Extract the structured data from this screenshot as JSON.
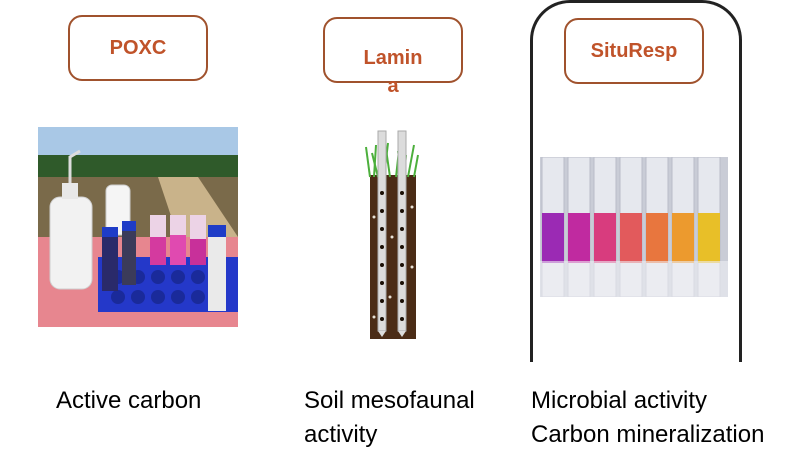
{
  "methods": [
    {
      "label": "POXC",
      "caption_lines": [
        "Active carbon"
      ]
    },
    {
      "label_line1": "Lamin",
      "label_line2": "a",
      "caption_lines": [
        "Soil mesofaunal",
        "activity"
      ]
    },
    {
      "label": "SituResp",
      "caption_lines": [
        "Microbial activity",
        "Carbon mineralization"
      ]
    }
  ],
  "colors": {
    "box_border": "#a0522d",
    "label_text": "#c0532a",
    "frame": "#222222"
  },
  "icons": [
    "wash-bottle-icon",
    "soil-lamina-strip-icon",
    "vial-row-icon"
  ]
}
